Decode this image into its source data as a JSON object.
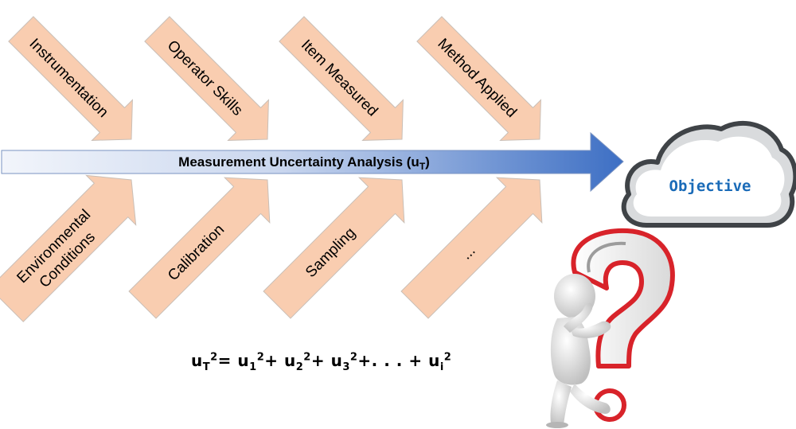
{
  "causes_top": [
    {
      "label": "Instrumentation"
    },
    {
      "label": "Operator Skills"
    },
    {
      "label": "Item Measured"
    },
    {
      "label": "Method Applied"
    }
  ],
  "causes_bottom": [
    {
      "label": "Environmental",
      "label2": "Conditions"
    },
    {
      "label": "Calibration"
    },
    {
      "label": "Sampling"
    },
    {
      "label": "..."
    }
  ],
  "spine": {
    "label": "Measurement Uncertainty Analysis (u",
    "label_sub": "T",
    "label_end": ")"
  },
  "objective": {
    "label": "Objective"
  },
  "formula": {
    "t0": "u",
    "s0": "T",
    "p0": "2",
    "eq": "= ",
    "t1": "u",
    "s1": "1",
    "p1": "2",
    "plus1": "+ ",
    "t2": "u",
    "s2": "2",
    "p2": "2",
    "plus2": "+ ",
    "t3": "u",
    "s3": "3",
    "p3": "2",
    "dots": "+. . . + ",
    "ti": "u",
    "si": "i",
    "pi": "2"
  },
  "colors": {
    "arrow_fill": "#f9cdb0",
    "arrow_stroke": "#c9bfb7",
    "spine_start": "#eef2fa",
    "spine_end": "#3d6fc4",
    "cloud_border": "#3f4347",
    "objective_text": "#1a6bb8",
    "question_mark": "#d8232a"
  },
  "icons": {
    "cloud": "cloud-icon",
    "figure": "thinking-person-icon",
    "question": "question-mark-icon"
  }
}
